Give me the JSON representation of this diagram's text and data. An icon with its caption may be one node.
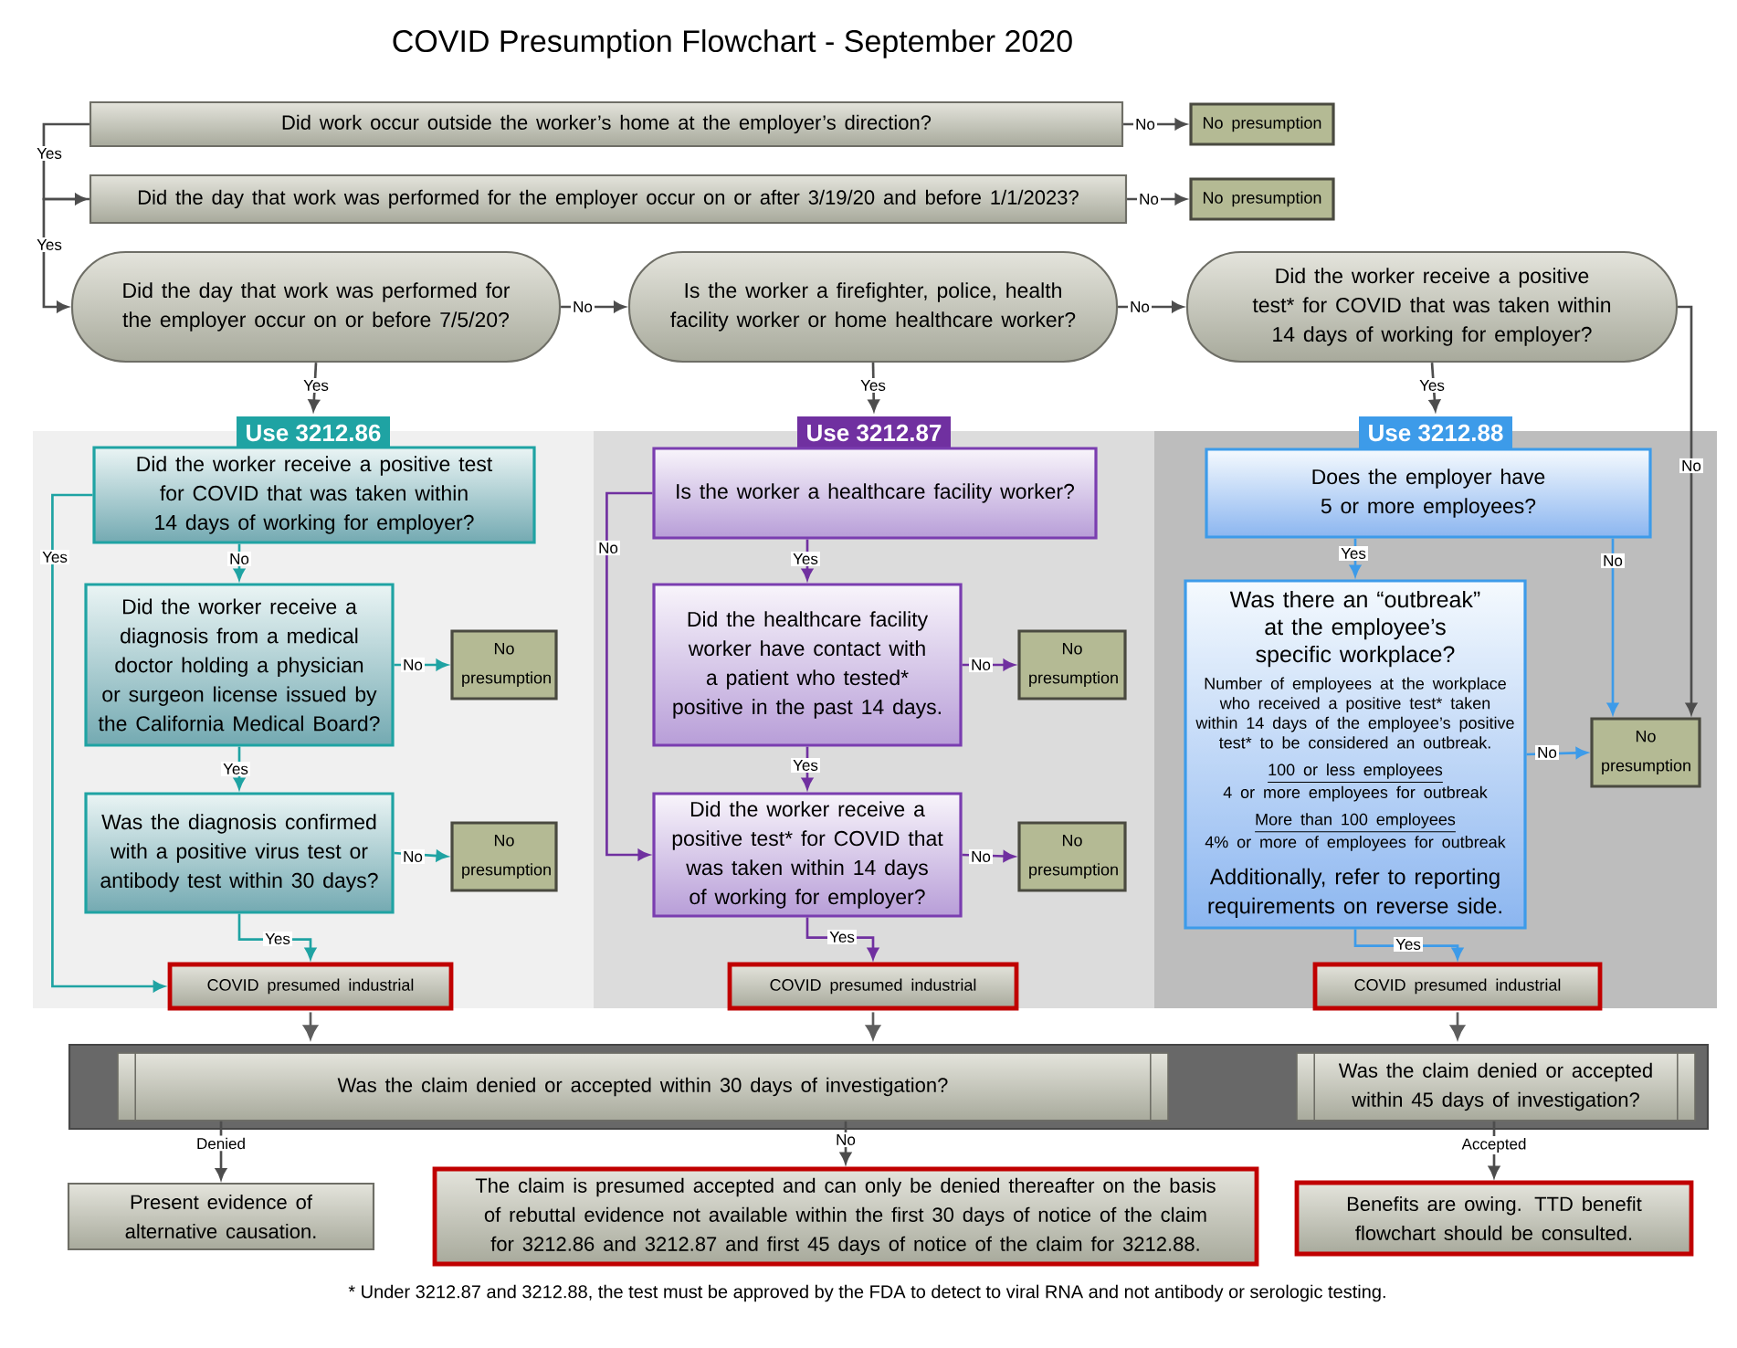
{
  "diagram": {
    "title": "COVID Presumption Flowchart - September 2020",
    "nodes": [
      {
        "text": [
          "Did work occur outside the worker’s home at the employer’s direction?"
        ]
      },
      {
        "text": [
          "No presumption"
        ]
      },
      {
        "text": [
          "Did the day that work was performed for the employer occur on or after 3/19/20 and before 1/1/2023?"
        ]
      },
      {
        "text": [
          "No presumption"
        ]
      },
      {
        "text": [
          "Did the day that work was performed for the employer occur on or before 7/5/20?"
        ]
      },
      {
        "text": [
          "Is the worker a firefighter, police, health facility worker or home healthcare worker?"
        ]
      },
      {
        "text": [
          "Did the worker receive a positive test* for COVID that was taken within 14 days of working for employer?"
        ]
      },
      {
        "text": [
          "Use 3212.86"
        ]
      },
      {
        "text": [
          "Did the worker receive a positive test for COVID that was taken within 14 days of working for employer?"
        ],
        "in": 7
      },
      {
        "text": [
          "Did the worker receive a diagnosis from a medical doctor holding a physician or surgeon license issued by the California Medical Board?"
        ],
        "in": 7
      },
      {
        "text": [
          "No presumption"
        ],
        "in": 7
      },
      {
        "text": [
          "Was the diagnosis confirmed with a positive virus test or antibody test within 30 days?"
        ],
        "in": 7
      },
      {
        "text": [
          "No presumption"
        ],
        "in": 7
      },
      {
        "text": [
          "COVID presumed industrial"
        ],
        "in": 7
      },
      {
        "text": [
          "Use 3212.87"
        ]
      },
      {
        "text": [
          "Is the worker a healthcare facility worker?"
        ],
        "in": 14
      },
      {
        "text": [
          "Did the healthcare facility worker have contact with a patient who tested* positive in the past 14 days."
        ],
        "in": 14
      },
      {
        "text": [
          "No presumption"
        ],
        "in": 14
      },
      {
        "text": [
          "Did the worker receive a positive test* for COVID that was taken within 14 days of working for employer?"
        ],
        "in": 14
      },
      {
        "text": [
          "No presumption"
        ],
        "in": 14
      },
      {
        "text": [
          "COVID presumed industrial"
        ],
        "in": 14
      },
      {
        "text": [
          "Use 3212.88"
        ]
      },
      {
        "text": [
          "Does the employer have 5 or more employees?"
        ],
        "in": 21
      },
      {
        "text": [
          "Was there an “outbreak” at the employee’s specific workplace?",
          "Number of employees at the workplace who received a positive test* taken within 14 days of the employee’s positive test* to be considered an outbreak.",
          "100 or less employees",
          "4 or more employees for outbreak",
          "More than 100 employees",
          "4% or more of employees for outbreak",
          "Additionally, refer to reporting requirements on reverse side."
        ],
        "in": 21
      },
      {
        "text": [
          "No presumption"
        ],
        "in": 21
      },
      {
        "text": [
          "COVID presumed industrial"
        ],
        "in": 21
      },
      {
        "text": [],
        "shape": "bar"
      },
      {
        "text": [
          "Was the claim denied or accepted within 30 days of investigation?"
        ],
        "in": 26
      },
      {
        "text": [
          "Was the claim denied or accepted within 45 days of investigation?"
        ],
        "in": 26
      },
      {
        "text": [
          "Present evidence of alternative causation."
        ]
      },
      {
        "text": [
          "The claim is presumed accepted and can only be denied thereafter on the basis of rebuttal evidence not available within the first 30 days of notice of the claim for 3212.86 and 3212.87 and first 45 days of notice of the claim for 3212.88."
        ]
      },
      {
        "text": [
          "Benefits are owing.  TTD benefit flowchart should be consulted."
        ]
      }
    ],
    "edges": [
      {
        "from": 0,
        "to": 1,
        "arrow": "to",
        "label": "No"
      },
      {
        "from": 0,
        "to": 2,
        "arrow": "to",
        "label": "Yes"
      },
      {
        "from": 2,
        "to": 3,
        "arrow": "to",
        "label": "No"
      },
      {
        "from": 2,
        "to": 4,
        "arrow": "to",
        "label": "Yes"
      },
      {
        "from": 4,
        "to": 5,
        "arrow": "to",
        "label": "No"
      },
      {
        "from": 5,
        "to": 6,
        "arrow": "to",
        "label": "No"
      },
      {
        "from": 4,
        "to": 7,
        "arrow": "to",
        "label": "Yes"
      },
      {
        "from": 5,
        "to": 14,
        "arrow": "to",
        "label": "Yes"
      },
      {
        "from": 6,
        "to": 21,
        "arrow": "to",
        "label": "Yes"
      },
      {
        "from": 6,
        "to": 24,
        "arrow": "to",
        "label": "No"
      },
      {
        "from": 8,
        "to": 13,
        "arrow": "to",
        "label": "Yes",
        "color": "#1fa3a3"
      },
      {
        "from": 8,
        "to": 9,
        "arrow": "to",
        "label": "No",
        "color": "#1fa3a3"
      },
      {
        "from": 9,
        "to": 10,
        "arrow": "to",
        "label": "No",
        "color": "#1fa3a3"
      },
      {
        "from": 9,
        "to": 11,
        "arrow": "to",
        "label": "Yes",
        "color": "#1fa3a3"
      },
      {
        "from": 11,
        "to": 12,
        "arrow": "to",
        "label": "No",
        "color": "#1fa3a3"
      },
      {
        "from": 11,
        "to": 13,
        "arrow": "to",
        "label": "Yes",
        "color": "#1fa3a3"
      },
      {
        "from": 15,
        "to": 18,
        "arrow": "to",
        "label": "No",
        "color": "#7030a0"
      },
      {
        "from": 15,
        "to": 16,
        "arrow": "to",
        "label": "Yes",
        "color": "#7030a0"
      },
      {
        "from": 16,
        "to": 17,
        "arrow": "to",
        "label": "No",
        "color": "#7030a0"
      },
      {
        "from": 16,
        "to": 18,
        "arrow": "to",
        "label": "Yes",
        "color": "#7030a0"
      },
      {
        "from": 18,
        "to": 19,
        "arrow": "to",
        "label": "No",
        "color": "#7030a0"
      },
      {
        "from": 18,
        "to": 20,
        "arrow": "to",
        "label": "Yes",
        "color": "#7030a0"
      },
      {
        "from": 22,
        "to": 23,
        "arrow": "to",
        "label": "Yes",
        "color": "#3d9be9"
      },
      {
        "from": 22,
        "to": 24,
        "arrow": "to",
        "label": "No",
        "color": "#3d9be9"
      },
      {
        "from": 23,
        "to": 24,
        "arrow": "to",
        "label": "No",
        "color": "#3d9be9"
      },
      {
        "from": 23,
        "to": 25,
        "arrow": "to",
        "label": "Yes",
        "color": "#3d9be9"
      },
      {
        "from": 13,
        "to": 26,
        "arrow": "to",
        "color": "#5e5e5e"
      },
      {
        "from": 20,
        "to": 26,
        "arrow": "to",
        "color": "#5e5e5e"
      },
      {
        "from": 25,
        "to": 26,
        "arrow": "to",
        "color": "#5e5e5e"
      },
      {
        "from": 27,
        "to": 29,
        "arrow": "to",
        "label": "Denied"
      },
      {
        "from": 27,
        "to": 30,
        "arrow": "to",
        "label": "No"
      },
      {
        "from": 28,
        "to": 31,
        "arrow": "to",
        "label": "Accepted"
      }
    ],
    "labels": [
      "* Under 3212.87 and 3212.88, the test must be approved by the FDA to detect to viral RNA and not antibody or serologic testing."
    ]
  }
}
